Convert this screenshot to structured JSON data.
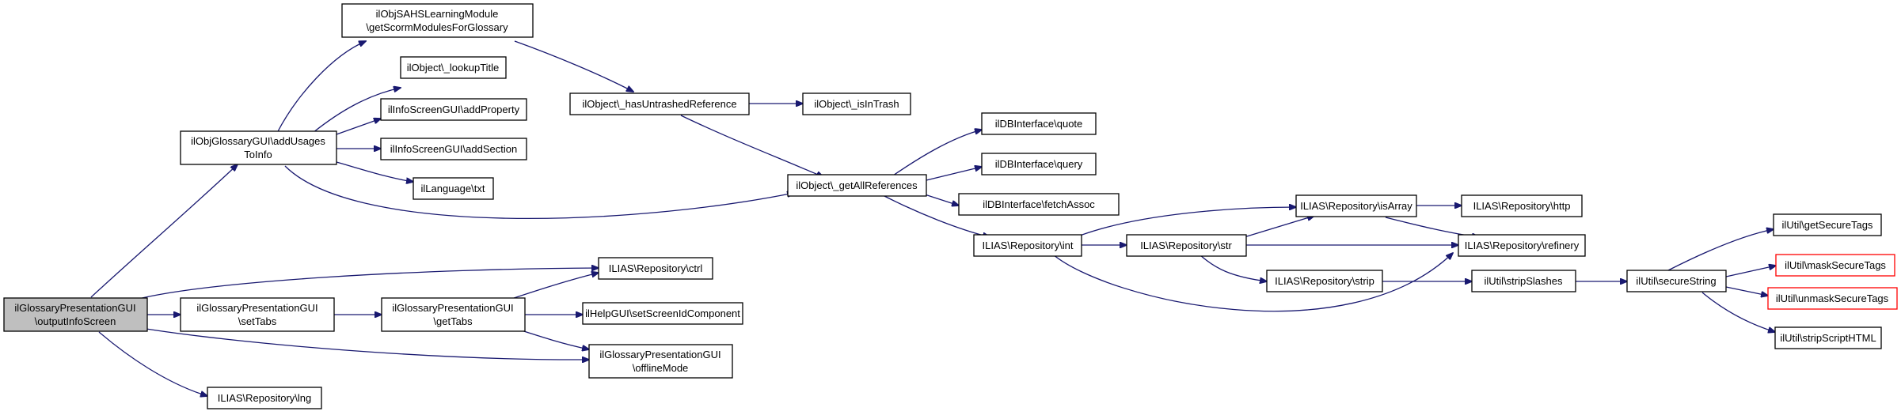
{
  "graph": {
    "edge_color": "#191970",
    "root_fill": "#bfbfbf",
    "truncated_border": "#ff0000",
    "nodes": [
      {
        "id": "n_output",
        "lines": [
          "ilGlossaryPresentationGUI",
          "\\outputInfoScreen"
        ],
        "root": true
      },
      {
        "id": "n_addusages",
        "lines": [
          "ilObjGlossaryGUI\\addUsages",
          "ToInfo"
        ]
      },
      {
        "id": "n_sahs",
        "lines": [
          "ilObjSAHSLearningModule",
          "\\getScormModulesForGlossary"
        ]
      },
      {
        "id": "n_lookuptitle",
        "lines": [
          "ilObject\\_lookupTitle"
        ]
      },
      {
        "id": "n_addproperty",
        "lines": [
          "ilInfoScreenGUI\\addProperty"
        ]
      },
      {
        "id": "n_addsection",
        "lines": [
          "ilInfoScreenGUI\\addSection"
        ]
      },
      {
        "id": "n_langtxt",
        "lines": [
          "ilLanguage\\txt"
        ]
      },
      {
        "id": "n_hasuntrashed",
        "lines": [
          "ilObject\\_hasUntrashedReference"
        ]
      },
      {
        "id": "n_isintrash",
        "lines": [
          "ilObject\\_isInTrash"
        ]
      },
      {
        "id": "n_getallrefs",
        "lines": [
          "ilObject\\_getAllReferences"
        ]
      },
      {
        "id": "n_quote",
        "lines": [
          "ilDBInterface\\quote"
        ]
      },
      {
        "id": "n_query",
        "lines": [
          "ilDBInterface\\query"
        ]
      },
      {
        "id": "n_fetchassoc",
        "lines": [
          "ilDBInterface\\fetchAssoc"
        ]
      },
      {
        "id": "n_int",
        "lines": [
          "ILIAS\\Repository\\int"
        ]
      },
      {
        "id": "n_str",
        "lines": [
          "ILIAS\\Repository\\str"
        ]
      },
      {
        "id": "n_isarray",
        "lines": [
          "ILIAS\\Repository\\isArray"
        ]
      },
      {
        "id": "n_http",
        "lines": [
          "ILIAS\\Repository\\http"
        ]
      },
      {
        "id": "n_refinery",
        "lines": [
          "ILIAS\\Repository\\refinery"
        ]
      },
      {
        "id": "n_strip",
        "lines": [
          "ILIAS\\Repository\\strip"
        ]
      },
      {
        "id": "n_stripslashes",
        "lines": [
          "ilUtil\\stripSlashes"
        ]
      },
      {
        "id": "n_securestring",
        "lines": [
          "ilUtil\\secureString"
        ]
      },
      {
        "id": "n_getsecuretags",
        "lines": [
          "ilUtil\\getSecureTags"
        ]
      },
      {
        "id": "n_masksecuretags",
        "lines": [
          "ilUtil\\maskSecureTags"
        ],
        "truncated": true
      },
      {
        "id": "n_unmasksecuretags",
        "lines": [
          "ilUtil\\unmaskSecureTags"
        ],
        "truncated": true
      },
      {
        "id": "n_stripscripthtml",
        "lines": [
          "ilUtil\\stripScriptHTML"
        ]
      },
      {
        "id": "n_ctrl",
        "lines": [
          "ILIAS\\Repository\\ctrl"
        ]
      },
      {
        "id": "n_settabs",
        "lines": [
          "ilGlossaryPresentationGUI",
          "\\setTabs"
        ]
      },
      {
        "id": "n_gettabs",
        "lines": [
          "ilGlossaryPresentationGUI",
          "\\getTabs"
        ]
      },
      {
        "id": "n_setscreenid",
        "lines": [
          "ilHelpGUI\\setScreenIdComponent"
        ]
      },
      {
        "id": "n_offlinemode",
        "lines": [
          "ilGlossaryPresentationGUI",
          "\\offlineMode"
        ]
      },
      {
        "id": "n_lng",
        "lines": [
          "ILIAS\\Repository\\lng"
        ]
      }
    ]
  }
}
